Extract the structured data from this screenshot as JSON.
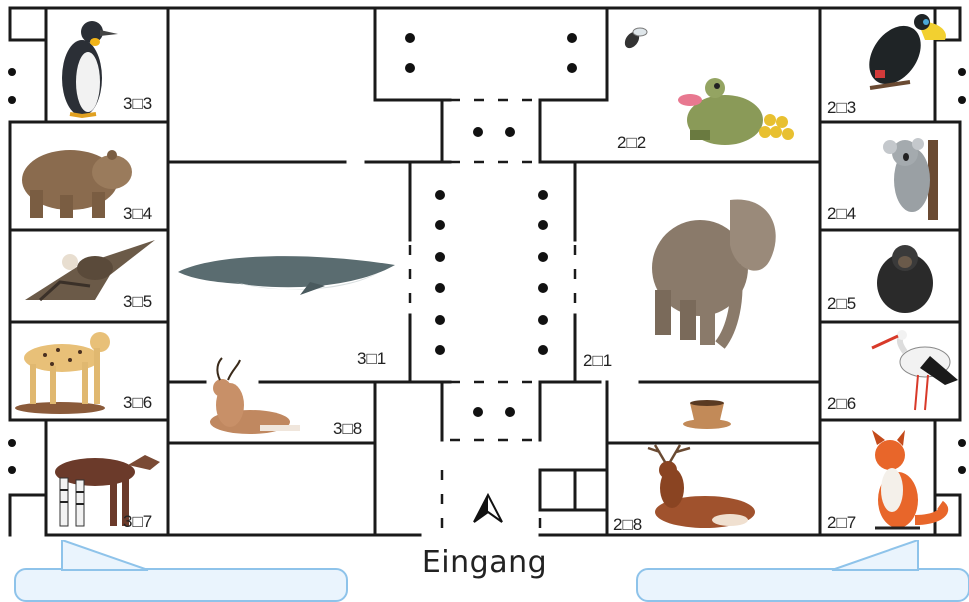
{
  "entrance_label": "Eingang",
  "rooms": {
    "r233": "3□3",
    "r234": "3□4",
    "r235": "3□5",
    "r236": "3□6",
    "r237": "3□7",
    "r231": "3□1",
    "r238": "3□8",
    "r222": "2□2",
    "r221": "2□1",
    "r228": "2□8",
    "r223": "2□3",
    "r224": "2□4",
    "r225": "2□5",
    "r226": "2□6",
    "r227": "2□7"
  },
  "animals": [
    "penguin-icon",
    "bear-icon",
    "vulture-icon",
    "cheetah-icon",
    "okapi-icon",
    "whale-icon",
    "antelope-icon",
    "fly-icon",
    "toad-icon",
    "elephant-icon",
    "teacup-icon",
    "deer-icon",
    "toucan-icon",
    "koala-icon",
    "chimpanzee-icon",
    "stork-icon",
    "fox-icon"
  ],
  "colors": {
    "wall": "#1a1a1a",
    "bubble_fill": "#eaf4fd",
    "bubble_border": "#8ec3ea"
  }
}
